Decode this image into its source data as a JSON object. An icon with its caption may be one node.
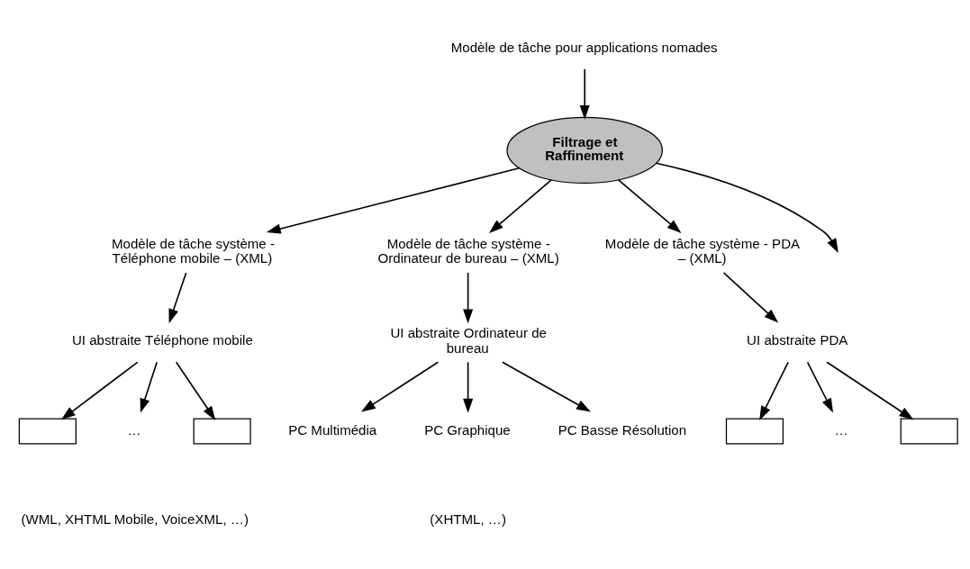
{
  "diagram": {
    "nodes": [
      {
        "text": [
          "Modèle de tâche pour applications nomades"
        ]
      },
      {
        "text": [
          "Filtrage et Raffinement"
        ]
      },
      {
        "text": [
          "Modèle de tâche système - Téléphone mobile – (XML)"
        ]
      },
      {
        "text": [
          "Modèle de tâche système - Ordinateur de bureau – (XML)"
        ]
      },
      {
        "text": [
          "Modèle de tâche système - PDA – (XML)"
        ]
      },
      {
        "text": [
          "UI abstraite Téléphone mobile"
        ]
      },
      {
        "text": [
          "UI abstraite Ordinateur de bureau"
        ]
      },
      {
        "text": [
          "UI abstraite PDA"
        ]
      },
      {
        "text": [],
        "shape": "box"
      },
      {
        "text": [
          "…"
        ]
      },
      {
        "text": [],
        "shape": "box"
      },
      {
        "text": [
          "PC Multimédia"
        ]
      },
      {
        "text": [
          "PC Graphique"
        ]
      },
      {
        "text": [
          "PC Basse Résolution"
        ]
      },
      {
        "text": [],
        "shape": "box"
      },
      {
        "text": [
          "…"
        ]
      },
      {
        "text": [],
        "shape": "box"
      }
    ],
    "edges": [
      {
        "from": 0,
        "to": 1,
        "arrow": "to"
      },
      {
        "from": 1,
        "to": 2,
        "arrow": "to"
      },
      {
        "from": 1,
        "to": 3,
        "arrow": "to"
      },
      {
        "from": 1,
        "to": null,
        "arrow": "to"
      },
      {
        "from": 1,
        "to": 4,
        "arrow": "to"
      },
      {
        "from": 2,
        "to": 5,
        "arrow": "to"
      },
      {
        "from": 3,
        "to": 6,
        "arrow": "to"
      },
      {
        "from": 4,
        "to": 7,
        "arrow": "to"
      },
      {
        "from": 5,
        "to": 8,
        "arrow": "to"
      },
      {
        "from": 5,
        "to": 9,
        "arrow": "to"
      },
      {
        "from": 5,
        "to": 10,
        "arrow": "to"
      },
      {
        "from": 6,
        "to": 11,
        "arrow": "to"
      },
      {
        "from": 6,
        "to": 12,
        "arrow": "to"
      },
      {
        "from": 6,
        "to": 13,
        "arrow": "to"
      },
      {
        "from": 7,
        "to": 14,
        "arrow": "to"
      },
      {
        "from": 7,
        "to": 15,
        "arrow": "to"
      },
      {
        "from": 7,
        "to": 16,
        "arrow": "to"
      }
    ],
    "labels": [
      "(WML, XHTML Mobile, VoiceXML, …)",
      "(XHTML, …)"
    ]
  }
}
